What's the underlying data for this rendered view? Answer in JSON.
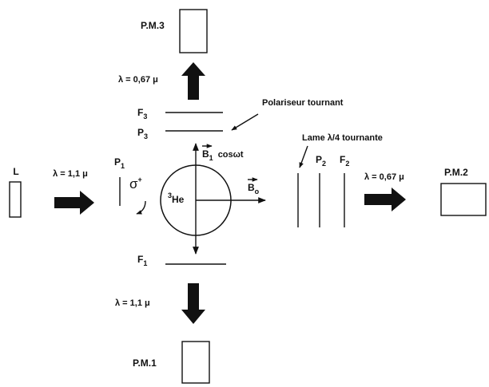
{
  "labels": {
    "lamp": "L",
    "pm1": "P.M.1",
    "pm2": "P.M.2",
    "pm3": "P.M.3",
    "lambda_input": "λ = 1,1 μ",
    "lambda_down": "λ = 1,1 μ",
    "lambda_up": "λ = 0,67 μ",
    "lambda_right": "λ = 0,67 μ",
    "p1": "P",
    "p1_sub": "1",
    "p2": "P",
    "p2_sub": "2",
    "p3": "P",
    "p3_sub": "3",
    "f1": "F",
    "f1_sub": "1",
    "f2": "F",
    "f2_sub": "2",
    "f3": "F",
    "f3_sub": "3",
    "sigma": "σ",
    "sigma_sup": "+",
    "helium_sup": "3",
    "helium": "He",
    "b1": "B",
    "b1_sub": "1",
    "b1_rot": "cosωt",
    "b0": "B",
    "b0_sub": "o",
    "polariseur": "Polariseur tournant",
    "lame": "Lame λ/4 tournante"
  }
}
